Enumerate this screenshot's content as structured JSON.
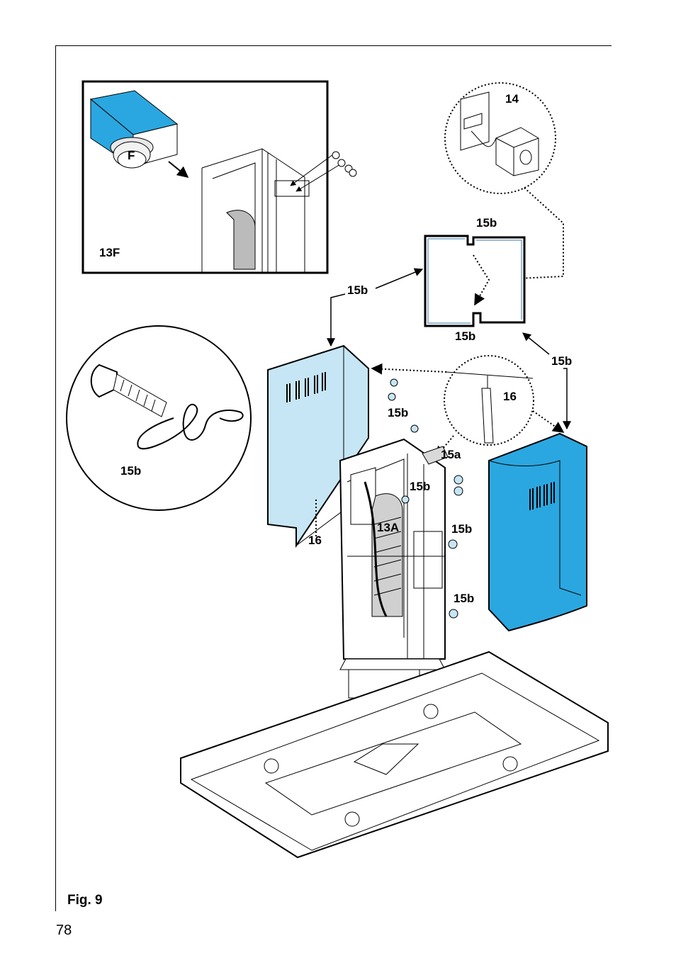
{
  "figure": {
    "caption": "Fig. 9",
    "page_number": "78"
  },
  "colors": {
    "panel_fill": "#c6e6f5",
    "panel_fill_strong": "#2aa7e0",
    "line": "#000000"
  },
  "callouts": {
    "inset_13f": "13F",
    "inset_f": "F",
    "detail_14": "14",
    "bracket_top": "15b",
    "bracket_bottom": "15b",
    "arrow_left_panel": "15b",
    "arrow_right_panel": "15b",
    "screw_detail": "15b",
    "left_screws": "15b",
    "center_screw": "15b",
    "right_screw_mid": "15b",
    "right_screw_low": "15b",
    "clip_15a": "15a",
    "detail_16": "16",
    "left_16": "16",
    "wiring_13a": "13A"
  }
}
